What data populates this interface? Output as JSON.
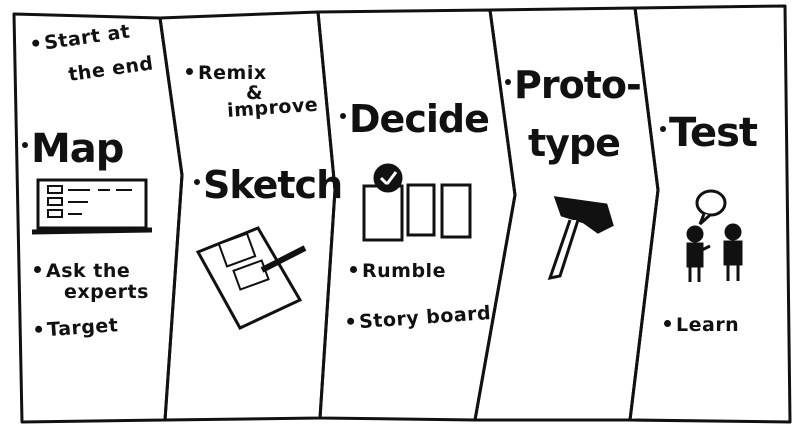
{
  "columns": [
    {
      "title": "Map",
      "bullets_top": [
        "Start at",
        "the end"
      ],
      "bullets_bottom": [
        "Ask the",
        "experts",
        "Target"
      ]
    },
    {
      "title": "Sketch",
      "bullets_top": [
        "Remix",
        "&",
        "improve"
      ]
    },
    {
      "title": "Decide",
      "bullets_bottom": [
        "Rumble",
        "Story board"
      ]
    },
    {
      "title_line1": "Proto-",
      "title_line2": "type"
    },
    {
      "title": "Test",
      "bullets_bottom": [
        "Learn"
      ]
    }
  ]
}
